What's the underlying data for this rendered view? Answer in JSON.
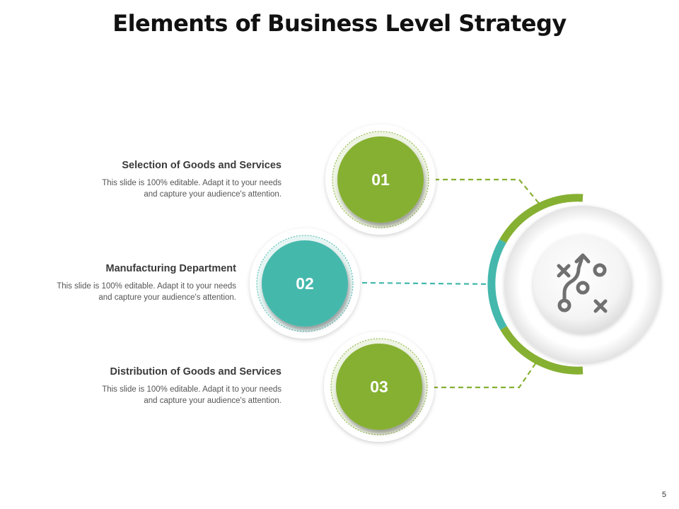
{
  "title": "Elements of Business Level Strategy",
  "page_number": "5",
  "colors": {
    "green": "#86b032",
    "teal": "#44b8ac",
    "icon_gray": "#707070"
  },
  "hub": {
    "icon": "strategy-play-icon"
  },
  "items": [
    {
      "number": "01",
      "heading": "Selection of Goods and Services",
      "body_line1": "This slide is 100% editable. Adapt it to your needs",
      "body_line2": "and capture your audience's attention."
    },
    {
      "number": "02",
      "heading": "Manufacturing Department",
      "body_line1": "This slide is 100% editable. Adapt it to your needs",
      "body_line2": "and capture your audience's attention."
    },
    {
      "number": "03",
      "heading": "Distribution of Goods and Services",
      "body_line1": "This slide is 100% editable. Adapt it to your needs",
      "body_line2": "and capture your audience's attention."
    }
  ]
}
